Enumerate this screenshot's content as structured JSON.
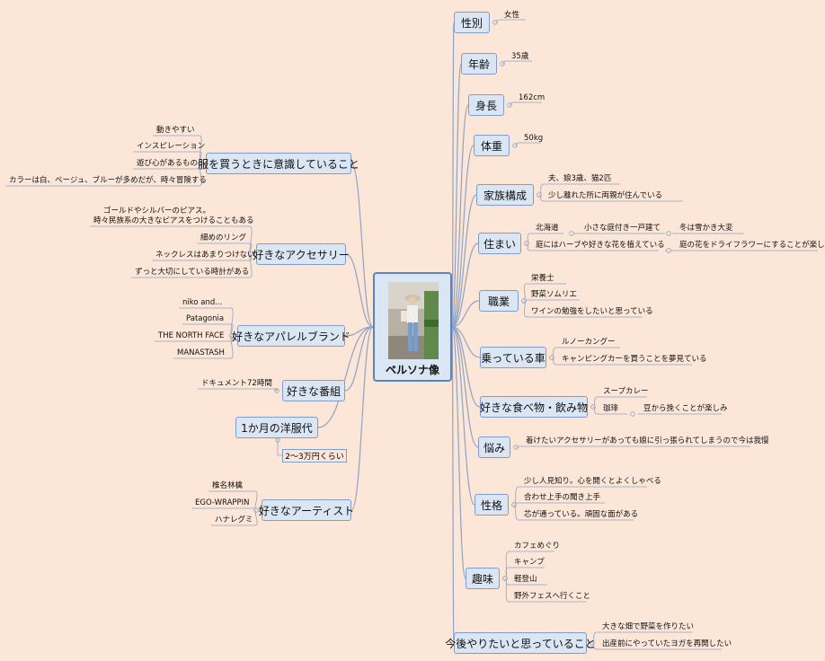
{
  "central": {
    "label": "ペルソナ像"
  },
  "right": {
    "gender": {
      "label": "性別",
      "leaves": [
        "女性"
      ]
    },
    "age": {
      "label": "年齢",
      "leaves": [
        "35歳"
      ]
    },
    "height": {
      "label": "身長",
      "leaves": [
        "162cm"
      ]
    },
    "weight": {
      "label": "体重",
      "leaves": [
        "50kg"
      ]
    },
    "family": {
      "label": "家族構成",
      "leaves": [
        "夫、娘3歳、猫2匹",
        "少し離れた所に両親が住んでいる"
      ]
    },
    "residence": {
      "label": "住まい",
      "leaves": [
        "北海道",
        "小さな庭付き一戸建て",
        "冬は雪かき大変",
        "庭にはハーブや好きな花を植えている",
        "庭の花をドライフラワーにすることが楽しみ"
      ]
    },
    "job": {
      "label": "職業",
      "leaves": [
        "栄養士",
        "野菜ソムリエ",
        "ワインの勉強をしたいと思っている"
      ]
    },
    "car": {
      "label": "乗っている車",
      "leaves": [
        "ルノーカングー",
        "キャンピングカーを買うことを夢見ている"
      ]
    },
    "food": {
      "label": "好きな食べ物・飲み物",
      "leaves": [
        "スープカレー",
        "珈琲",
        "豆から挽くことが楽しみ"
      ]
    },
    "worry": {
      "label": "悩み",
      "leaves": [
        "着けたいアクセサリーがあっても娘に引っ張られてしまうので今は我慢"
      ]
    },
    "personality": {
      "label": "性格",
      "leaves": [
        "少し人見知り。心を開くとよくしゃべる",
        "合わせ上手の聞き上手",
        "芯が通っている。頑固な面がある"
      ]
    },
    "hobby": {
      "label": "趣味",
      "leaves": [
        "カフェめぐり",
        "キャンプ",
        "軽登山",
        "野外フェスへ行くこと"
      ]
    },
    "future": {
      "label": "今後やりたいと思っていること",
      "leaves": [
        "大きな畑で野菜を作りたい",
        "出産前にやっていたヨガを再開したい"
      ]
    }
  },
  "left": {
    "clothes": {
      "label": "服を買うときに意識していること",
      "leaves": [
        "動きやすい",
        "インスピレーション",
        "遊び心があるもの",
        "カラーは白、ベージュ、ブルーが多めだが、時々冒険する"
      ]
    },
    "accessory": {
      "label": "好きなアクセサリー",
      "leaves": [
        "ゴールドやシルバーのピアス。",
        "時々民族系の大きなピアスをつけることもある",
        "細めのリング",
        "ネックレスはあまりつけない",
        "ずっと大切にしている時計がある"
      ]
    },
    "brand": {
      "label": "好きなアパレルブランド",
      "leaves": [
        "niko and...",
        "Patagonia",
        "THE NORTH FACE",
        "MANASTASH"
      ]
    },
    "tv": {
      "label": "好きな番組",
      "leaves": [
        "ドキュメント72時間"
      ]
    },
    "clothing_budget": {
      "label": "1か月の洋服代",
      "value": "2〜3万円くらい"
    },
    "artist": {
      "label": "好きなアーティスト",
      "leaves": [
        "椎名林檎",
        "EGO-WRAPPIN",
        "ハナレグミ"
      ]
    }
  }
}
